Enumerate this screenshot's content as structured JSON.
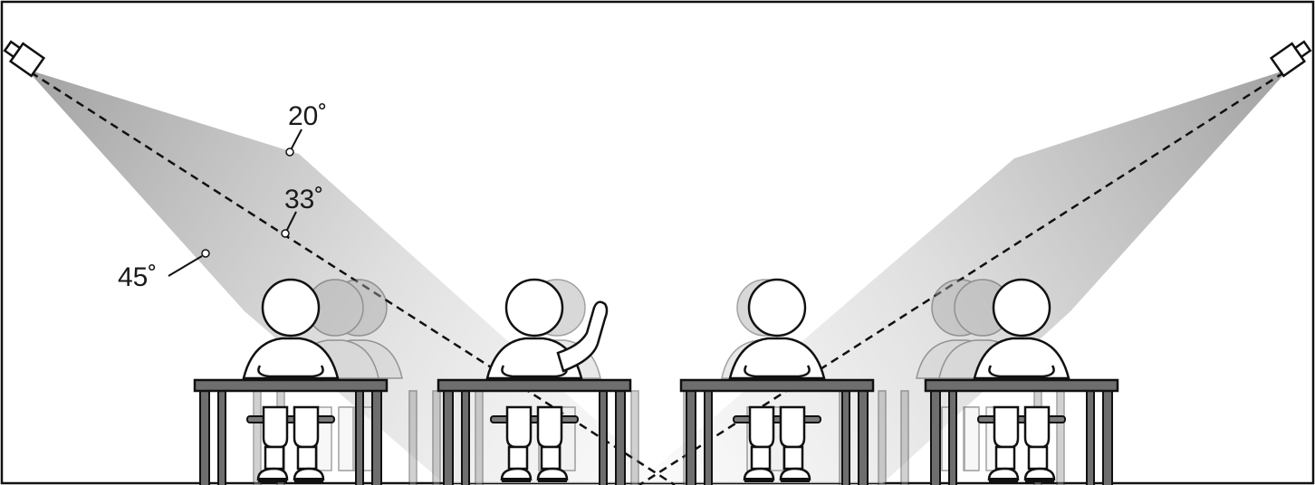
{
  "diagram": {
    "angle_labels": {
      "upper": "20˚",
      "center": "33˚",
      "lower": "45˚"
    },
    "colors": {
      "beam_dark": "#9e9e9e",
      "beam_light": "#f4f4f4",
      "outline": "#111111",
      "desk": "#6e6e6e",
      "ghost_fill": "#a9a9a9"
    },
    "camera_count": 2,
    "desk_count": 4
  }
}
